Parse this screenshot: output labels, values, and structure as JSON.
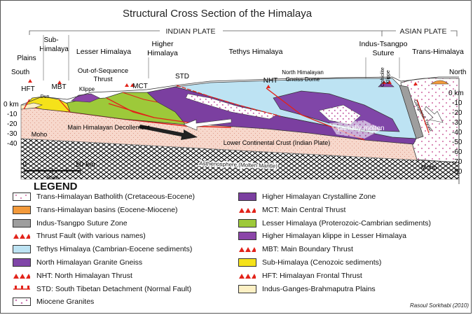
{
  "title": "Structural Cross Section of the Himalaya",
  "plates": {
    "indian": "INDIAN PLATE",
    "asian": "ASIAN PLATE"
  },
  "zones": {
    "plains": "Plains",
    "sub_himalaya_1": "Sub-",
    "sub_himalaya_2": "Himalaya",
    "lesser": "Lesser Himalaya",
    "higher_1": "Higher",
    "higher_2": "Himalaya",
    "tethys": "Tethys Himalaya",
    "suture_1": "Indus-Tsangpo",
    "suture_2": "Suture",
    "trans": "Trans-Himalaya"
  },
  "directions": {
    "south": "South",
    "north": "North"
  },
  "faults": {
    "hft": "HFT",
    "mbt": "MBT",
    "dun": "Dun",
    "klippe": "Klippe",
    "oos_1": "Out-of-Sequence",
    "oos_2": "Thrust",
    "mct": "MCT",
    "std": "STD",
    "nht": "NHT",
    "gneiss_dome_1": "North Himalayan",
    "gneiss_dome_2": "Gneiss Dome",
    "ophiolite_1": "Ophiolite",
    "ophiolite_2": "Klippe",
    "gangdese": "Gangdese Thrust"
  },
  "body_labels": {
    "mhd": "Main Himalayan Decollement",
    "lower_crust": "Lower Continental Crust (Indian Plate)",
    "astheno": "Asthenosphere (Molten Mantle)",
    "moho_left": "Moho",
    "moho_right": "Moho",
    "partial": "partially molten"
  },
  "depth_left": [
    "0 km",
    "-10",
    "-20",
    "-30",
    "-40"
  ],
  "depth_right": [
    "0 km",
    "-10",
    "-20",
    "-30",
    "-40",
    "-50",
    "-60",
    "-70",
    "-80"
  ],
  "scale": {
    "zero": "0",
    "fifty": "50 km",
    "label": "Scale"
  },
  "legend_title": "LEGEND",
  "legend_left": [
    {
      "label": "Trans-Himalayan Batholith (Cretaceous-Eocene)",
      "kind": "batholith"
    },
    {
      "label": "Trans-Himalayan basins (Eocene-Miocene)",
      "kind": "fill",
      "color": "#F39A3B"
    },
    {
      "label": "Indus-Tsangpo Suture Zone",
      "kind": "fill",
      "color": "#9E9E9E"
    },
    {
      "label": "Thrust Fault (with various names)",
      "kind": "thrust"
    },
    {
      "label": "Tethys Himalaya (Cambrian-Eocene sediments)",
      "kind": "fill",
      "color": "#BDE3F3"
    },
    {
      "label": "North Himalayan Granite Gneiss",
      "kind": "fill",
      "color": "#8046A8"
    },
    {
      "label": "NHT: North Himalayan Thrust",
      "kind": "thrust"
    },
    {
      "label": "STD: South Tibetan Detachment (Normal Fault)",
      "kind": "normal"
    },
    {
      "label": "Miocene Granites",
      "kind": "granite"
    }
  ],
  "legend_right": [
    {
      "label": "Higher Himalayan Crystalline Zone",
      "kind": "fill",
      "color": "#7B3FA0"
    },
    {
      "label": "MCT: Main Central Thrust",
      "kind": "thrust"
    },
    {
      "label": "Lesser Himalaya (Proterozoic-Cambrian sediments)",
      "kind": "fill",
      "color": "#9DC93A"
    },
    {
      "label": "Higher Himalayan klippe in Lesser Himalaya",
      "kind": "fill",
      "color": "#8B45A8"
    },
    {
      "label": "MBT: Main Boundary Thrust",
      "kind": "thrust"
    },
    {
      "label": "Sub-Himalaya (Cenozoic sediments)",
      "kind": "fill",
      "color": "#F5E21A"
    },
    {
      "label": "HFT: Himalayan Frontal Thrust",
      "kind": "thrust"
    },
    {
      "label": "Indus-Ganges-Brahmaputra Plains",
      "kind": "fill",
      "color": "#FDF0C4"
    }
  ],
  "credit": "Rasoul Sorkhabi (2010)",
  "colors": {
    "crust": "#F7D8CC",
    "tethys": "#BDE3F3",
    "purple": "#7B3FA0",
    "lesser": "#9DC93A",
    "sub": "#F5E21A",
    "plains": "#FDF0C4",
    "fault": "#E2231A",
    "suture": "#9E9E9E",
    "basin": "#F39A3B"
  }
}
